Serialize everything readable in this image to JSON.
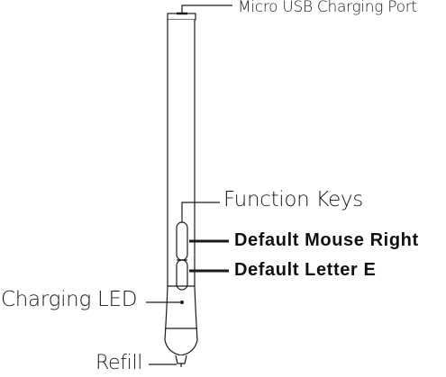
{
  "labels": {
    "usb_port": "Micro USB Charging Port",
    "function_keys": "Function Keys",
    "key_upper": "Default Mouse Right",
    "key_lower": "Default Letter E",
    "charging_led": "Charging LED",
    "refill": "Refill"
  },
  "colors": {
    "line": "#1a1a1a",
    "background": "#ffffff"
  }
}
